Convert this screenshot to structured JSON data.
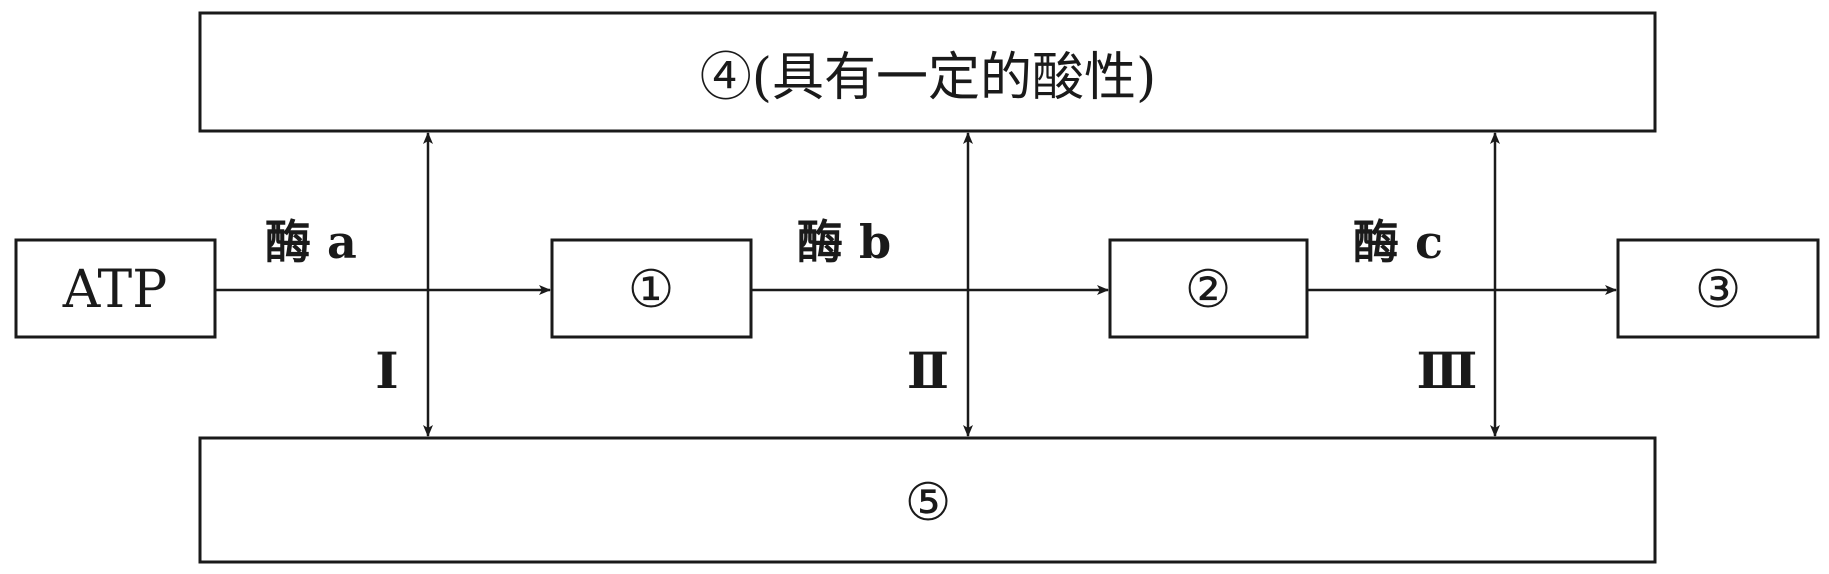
{
  "nodes": {
    "top_box": "④(具有一定的酸性)",
    "atp": "ATP",
    "node1": "①",
    "node2": "②",
    "node3": "③",
    "bottom_box": "⑤"
  },
  "enzymes": {
    "a": "酶 a",
    "b": "酶 b",
    "c": "酶 c"
  },
  "exchanges": {
    "i": "Ⅰ",
    "ii": "Ⅱ",
    "iii": "Ⅲ"
  }
}
